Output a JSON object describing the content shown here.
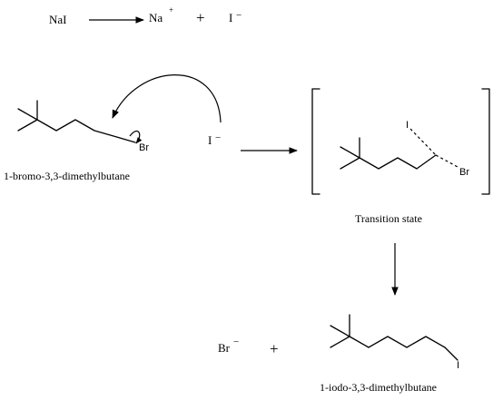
{
  "equation": {
    "reactant": "NaI",
    "cation": "Na",
    "cation_charge": "+",
    "plus": "+",
    "anion": "I",
    "anion_charge": "−"
  },
  "substrate": {
    "name": "1-bromo-3,3-dimethylbutane",
    "leaving_atom": "Br"
  },
  "nucleophile": {
    "atom": "I",
    "charge": "−"
  },
  "transition_state": {
    "label": "Transition state",
    "atom_top": "I",
    "atom_bottom": "Br"
  },
  "products": {
    "byproduct_atom": "Br",
    "byproduct_charge": "−",
    "plus": "+",
    "main_name": "1-iodo-3,3-dimethylbutane",
    "main_atom": "I"
  }
}
